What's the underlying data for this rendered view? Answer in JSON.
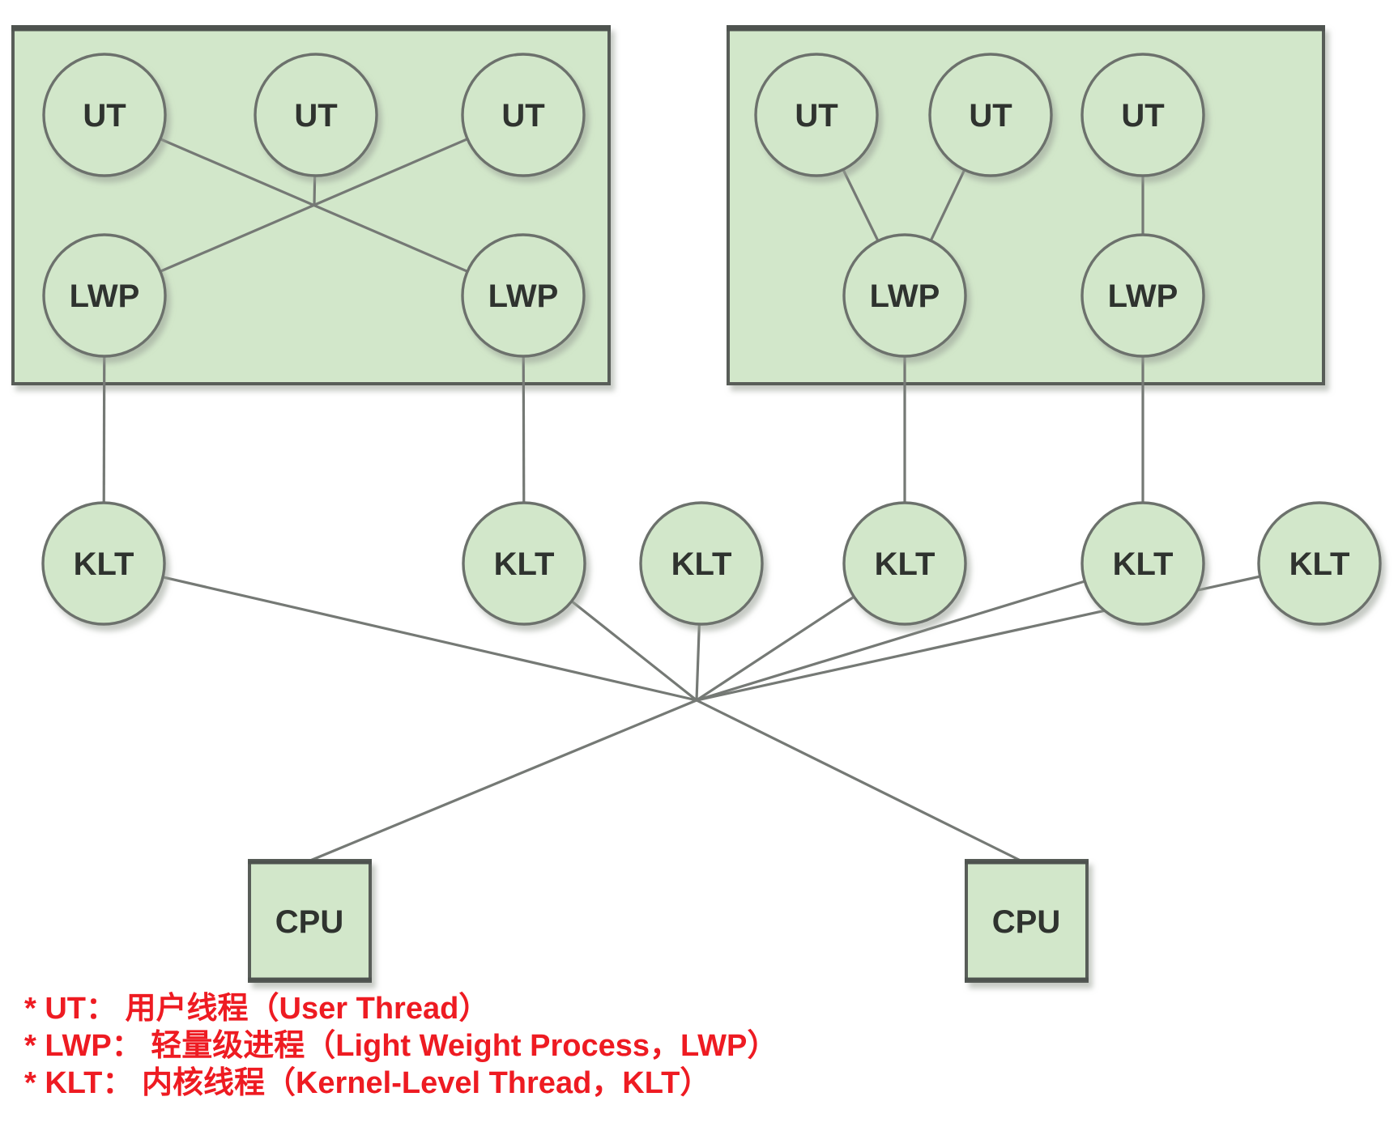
{
  "page": {
    "background": "#ffffff"
  },
  "node_labels": {
    "ut": "UT",
    "lwp": "LWP",
    "klt": "KLT",
    "cpu": "CPU"
  },
  "legend": {
    "lines": [
      "* UT： 用户线程（User Thread）",
      "* LWP： 轻量级进程（Light Weight Process，LWP）",
      "* KLT： 内核线程（Kernel-Level Thread，KLT）"
    ],
    "text_color": "#ee1b22"
  },
  "colors": {
    "shape_fill": "#d2e7ca",
    "shape_stroke": "#6c716c",
    "box_stroke": "#585d59",
    "connector": "#757975",
    "node_label_text": "#2f332f",
    "legend_red": "#ee1b22"
  }
}
